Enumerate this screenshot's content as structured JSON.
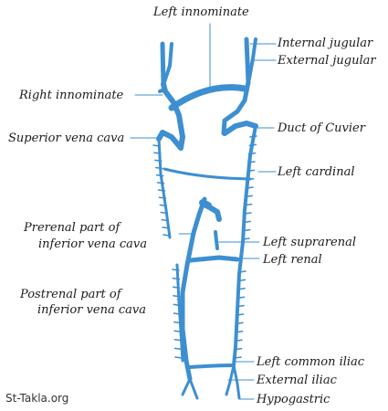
{
  "diagram": {
    "colors": {
      "vein": "#3d8fd1",
      "leader": "#3d8fd1",
      "text": "#1a1a1a"
    },
    "labels": {
      "left_innominate": "Left innominate",
      "internal_jugular": "Internal jugular",
      "external_jugular": "External jugular",
      "right_innominate": "Right innominate",
      "superior_vena_cava": "Superior vena cava",
      "duct_of_cuvier": "Duct of Cuvier",
      "left_cardinal": "Left cardinal",
      "prerenal_1": "Prerenal part of",
      "prerenal_2": "inferior vena cava",
      "left_suprarenal": "Left suprarenal",
      "left_renal": "Left renal",
      "postrenal_1": "Postrenal part of",
      "postrenal_2": "inferior vena cava",
      "left_common_iliac": "Left common iliac",
      "external_iliac": "External iliac",
      "hypogastric": "Hypogastric"
    },
    "watermark": "St-Takla.org"
  }
}
